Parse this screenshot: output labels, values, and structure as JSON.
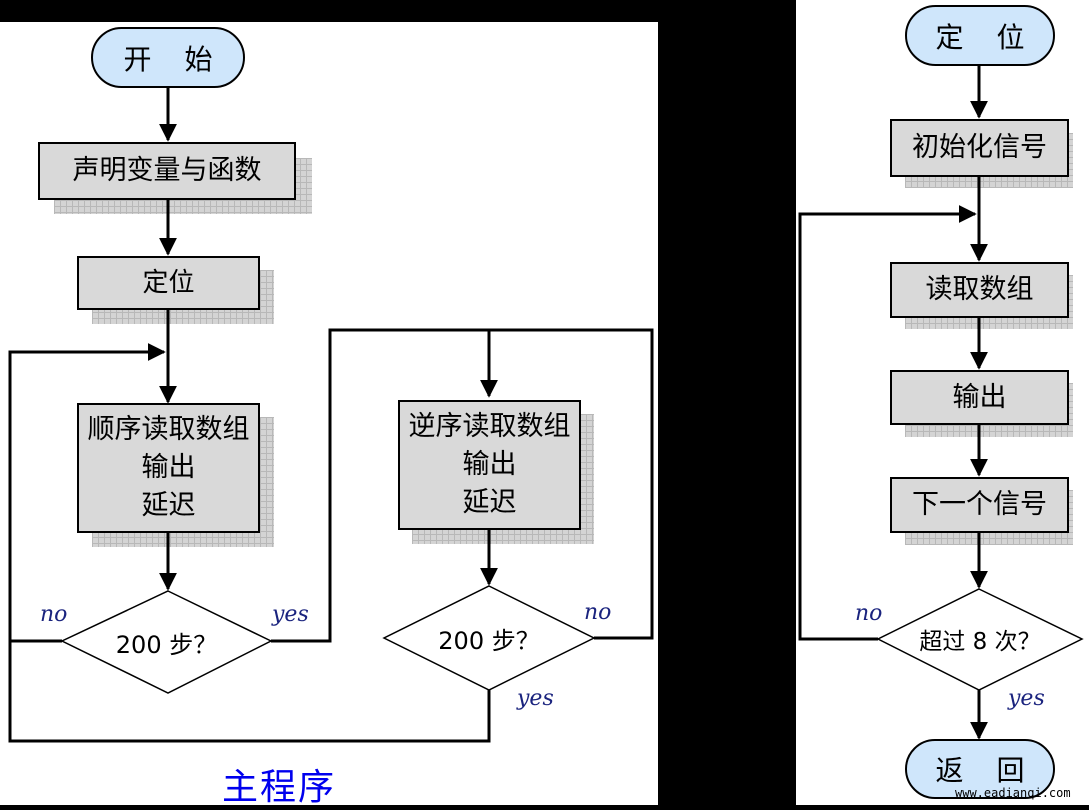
{
  "main": {
    "start": "开 始",
    "declare": "声明变量与函数",
    "position": "定位",
    "forward_block": [
      "顺序读取数组",
      "输出",
      "延迟"
    ],
    "reverse_block": [
      "逆序读取数组",
      "输出",
      "延迟"
    ],
    "decision1": "200 步？",
    "decision2": "200 步？",
    "d1_no": "no",
    "d1_yes": "yes",
    "d2_no": "no",
    "d2_yes": "yes",
    "title": "主程序"
  },
  "sub": {
    "start": "定 位",
    "init": "初始化信号",
    "read": "读取数组",
    "output": "输出",
    "next": "下一个信号",
    "decision": "超过 8 次？",
    "no": "no",
    "yes": "yes",
    "end": "返 回"
  },
  "watermark": "www.eadianqi.com",
  "colors": {
    "terminal_fill": "#cfe6fb",
    "process_fill": "#d9d9d9",
    "title_color": "#0000ee",
    "label_color": "#1a237e"
  }
}
